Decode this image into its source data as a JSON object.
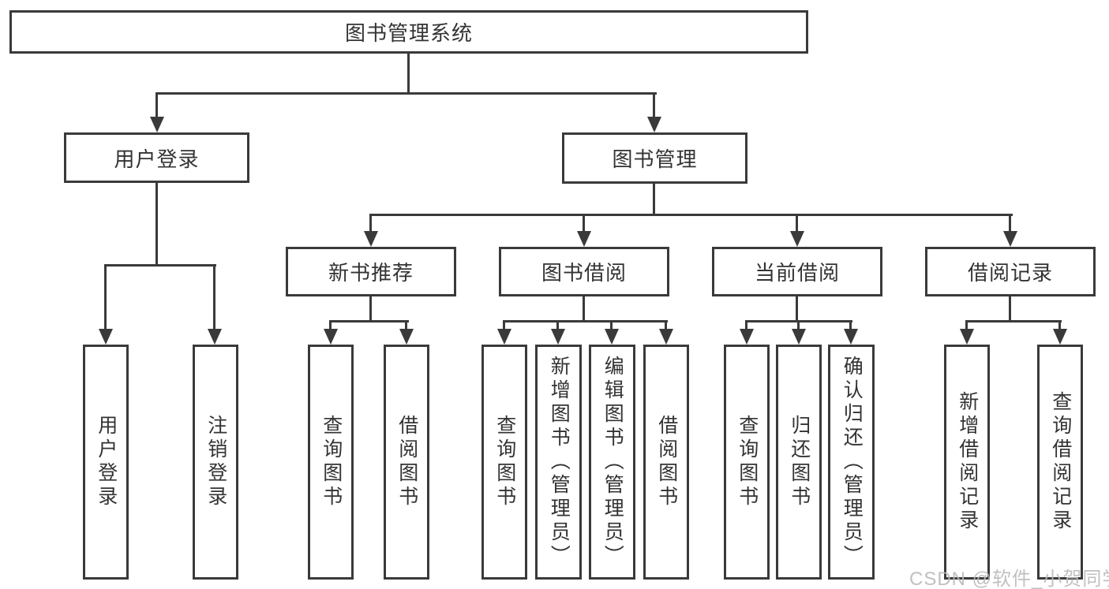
{
  "diagram": {
    "root_label": "图书管理系统",
    "branches": [
      {
        "label": "用户登录",
        "leaves": [
          "用户登录",
          "注销登录"
        ]
      },
      {
        "label": "图书管理",
        "sections": [
          {
            "label": "新书推荐",
            "leaves": [
              "查询图书",
              "借阅图书"
            ]
          },
          {
            "label": "图书借阅",
            "leaves": [
              "查询图书",
              "新增图书（管理员）",
              "编辑图书（管理员）",
              "借阅图书"
            ]
          },
          {
            "label": "当前借阅",
            "leaves": [
              "查询图书",
              "归还图书",
              "确认归还（管理员）"
            ]
          },
          {
            "label": "借阅记录",
            "leaves": [
              "新增借阅记录",
              "查询借阅记录"
            ]
          }
        ]
      }
    ]
  },
  "watermark": {
    "text": "CSDN @软件_小贺同学"
  },
  "colors": {
    "line": "#3a3a3a",
    "text": "#333333",
    "box_background": "#ffffff",
    "page_background": "#ffffff",
    "watermark_text": "#b9b9b9"
  }
}
